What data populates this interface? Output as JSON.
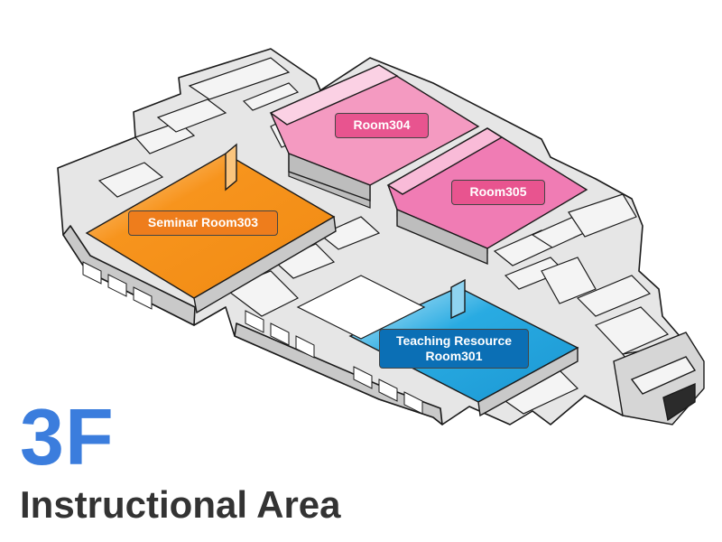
{
  "floor": {
    "number": "3F",
    "title": "Instructional Area"
  },
  "rooms": [
    {
      "id": "303",
      "label": "Seminar Room303"
    },
    {
      "id": "304",
      "label": "Room304"
    },
    {
      "id": "305",
      "label": "Room305"
    },
    {
      "id": "301",
      "label": "Teaching Resource\nRoom301"
    }
  ],
  "colors": {
    "floor_number": "#3b7ddd",
    "title": "#333333",
    "room303": "#f7941d",
    "room304": "#f49ac1",
    "room305": "#f07cb4",
    "room301": "#29abe2",
    "label303": "#ee7d1c",
    "label304": "#e8548f",
    "label305": "#e8548f",
    "label301": "#0b6fb5",
    "wall": "#d9d9d9",
    "wall_outline": "#1a1a1a"
  }
}
